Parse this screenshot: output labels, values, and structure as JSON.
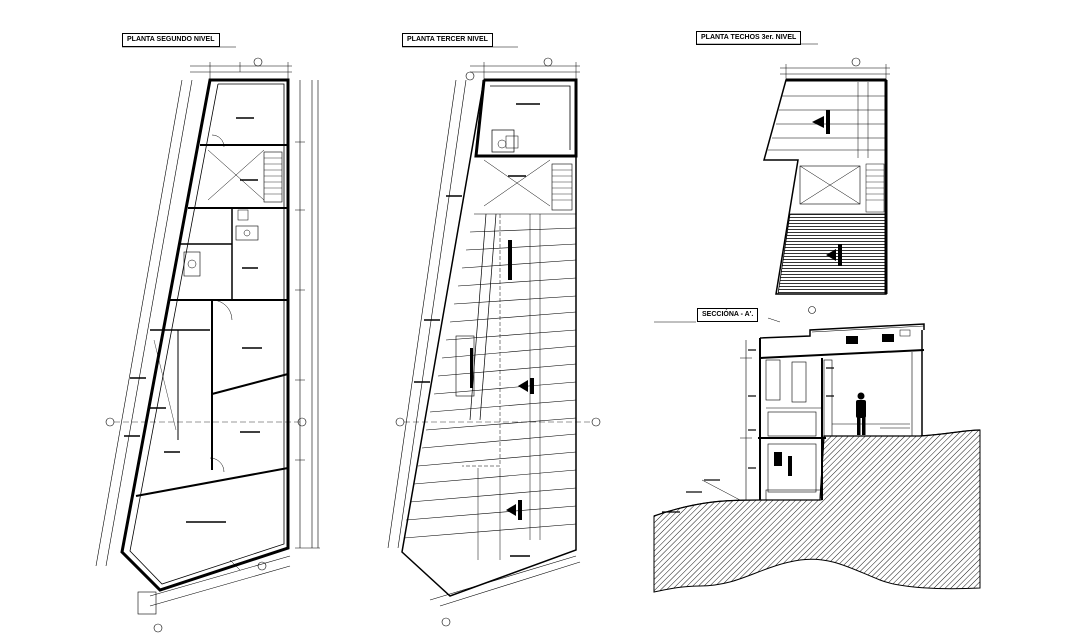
{
  "titles": {
    "second_level": "PLANTA SEGUNDO NIVEL",
    "third_level": "PLANTA TERCER NIVEL",
    "roof_plan": "PLANTA TECHOS 3er. NIVEL",
    "section": "SECCIÓNA - A'."
  },
  "colors": {
    "line": "#000000",
    "background": "#ffffff"
  }
}
